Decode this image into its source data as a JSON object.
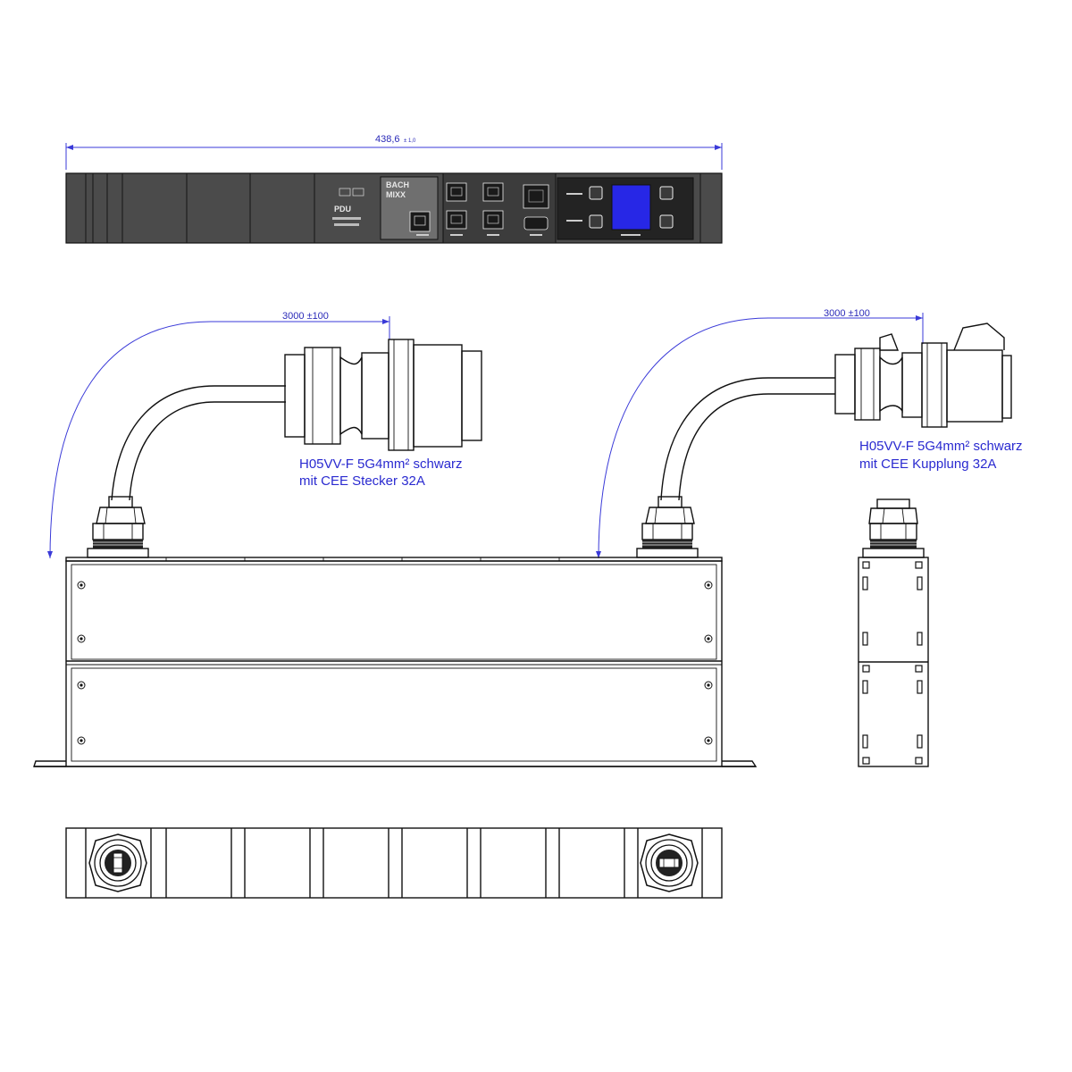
{
  "dimensions": {
    "width": "438,6",
    "width_tol": "± 1,0",
    "cable_left": "3000 ±100",
    "cable_right": "3000 ±100"
  },
  "notes": {
    "left_line1": "H05VV-F 5G4mm² schwarz",
    "left_line2": "mit CEE Stecker 32A",
    "right_line1": "H05VV-F 5G4mm² schwarz",
    "right_line2": "mit CEE Kupplung 32A"
  },
  "front_panel": {
    "brand": "PDU",
    "module1_line1": "BACH",
    "module1_line2": "MIXX",
    "display_color": "#2727e6",
    "body_color": "#4b4b4b",
    "dim_color": "#3a3ad8"
  },
  "icons": [
    "cee-plug-icon",
    "cee-coupling-icon",
    "rj45-port-icon",
    "screw-icon",
    "display-icon"
  ]
}
